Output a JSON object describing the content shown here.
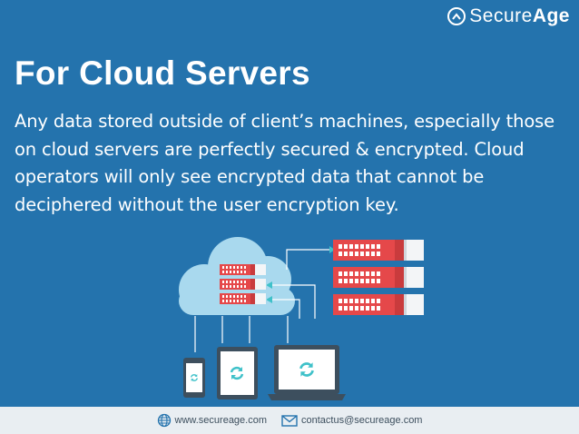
{
  "brand": {
    "name_light": "Secure",
    "name_bold": "Age",
    "logo_icon": "caret-up-circle-icon"
  },
  "slide": {
    "title": "For Cloud Servers",
    "body": "Any data stored outside of client’s machines, especially those on cloud servers are perfectly secured & encrypted. Cloud operators will only see encrypted data that cannot be deciphered without the user encryption key."
  },
  "footer": {
    "website": {
      "icon": "globe-icon",
      "text": "www.secureage.com"
    },
    "email": {
      "icon": "envelope-icon",
      "text": "contactus@secureage.com"
    }
  },
  "colors": {
    "background": "#2473ad",
    "cloud": "#a9d9ee",
    "server": "#e5484a",
    "accent": "#3fc1c9",
    "footer_bg": "#e9eef2",
    "device": "#3d4f5e"
  }
}
